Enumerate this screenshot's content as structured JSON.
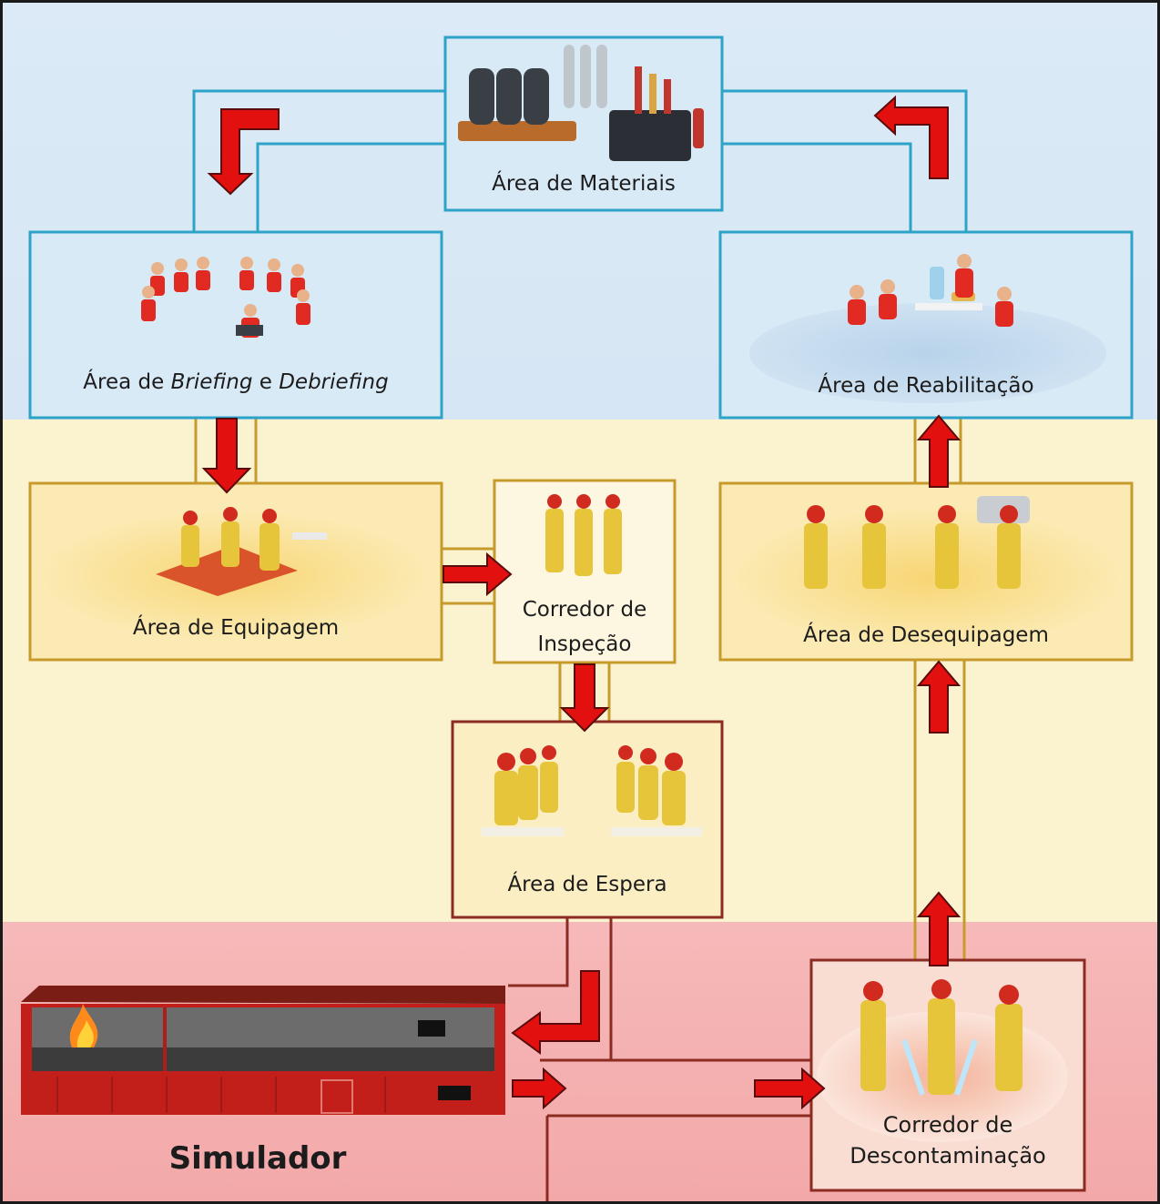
{
  "areas": {
    "materiais": {
      "label": "Área de Materiais"
    },
    "briefing": {
      "prefix": "Área de ",
      "term1": "Briefing",
      "mid": " e ",
      "term2": "Debriefing"
    },
    "reabilitacao": {
      "label": "Área de Reabilitação"
    },
    "equipagem": {
      "label": "Área de Equipagem"
    },
    "inspecao": {
      "line1": "Corredor de",
      "line2": "Inspeção"
    },
    "desequipagem": {
      "label": "Área de Desequipagem"
    },
    "espera": {
      "label": "Área de Espera"
    },
    "simulador": {
      "label": "Simulador"
    },
    "descontaminacao": {
      "line1": "Corredor de",
      "line2": "Descontaminação"
    }
  },
  "icons": [
    "breathing-apparatus-icon",
    "team-meeting-icon",
    "rehab-table-icon",
    "firefighters-equipping-icon",
    "firefighters-standing-icon",
    "firefighters-unequipping-icon",
    "firefighters-waiting-icon",
    "fire-simulator-container-icon",
    "decontamination-shower-icon"
  ],
  "colors": {
    "zone_cold": "#d7e7f5",
    "zone_warm": "#fbf3cf",
    "zone_hot": "#f4adad",
    "arrow": "#e31010",
    "box_blue_border": "#2ea3c8",
    "box_gold_border": "#c79a2c",
    "box_red_border": "#8b2b22"
  }
}
